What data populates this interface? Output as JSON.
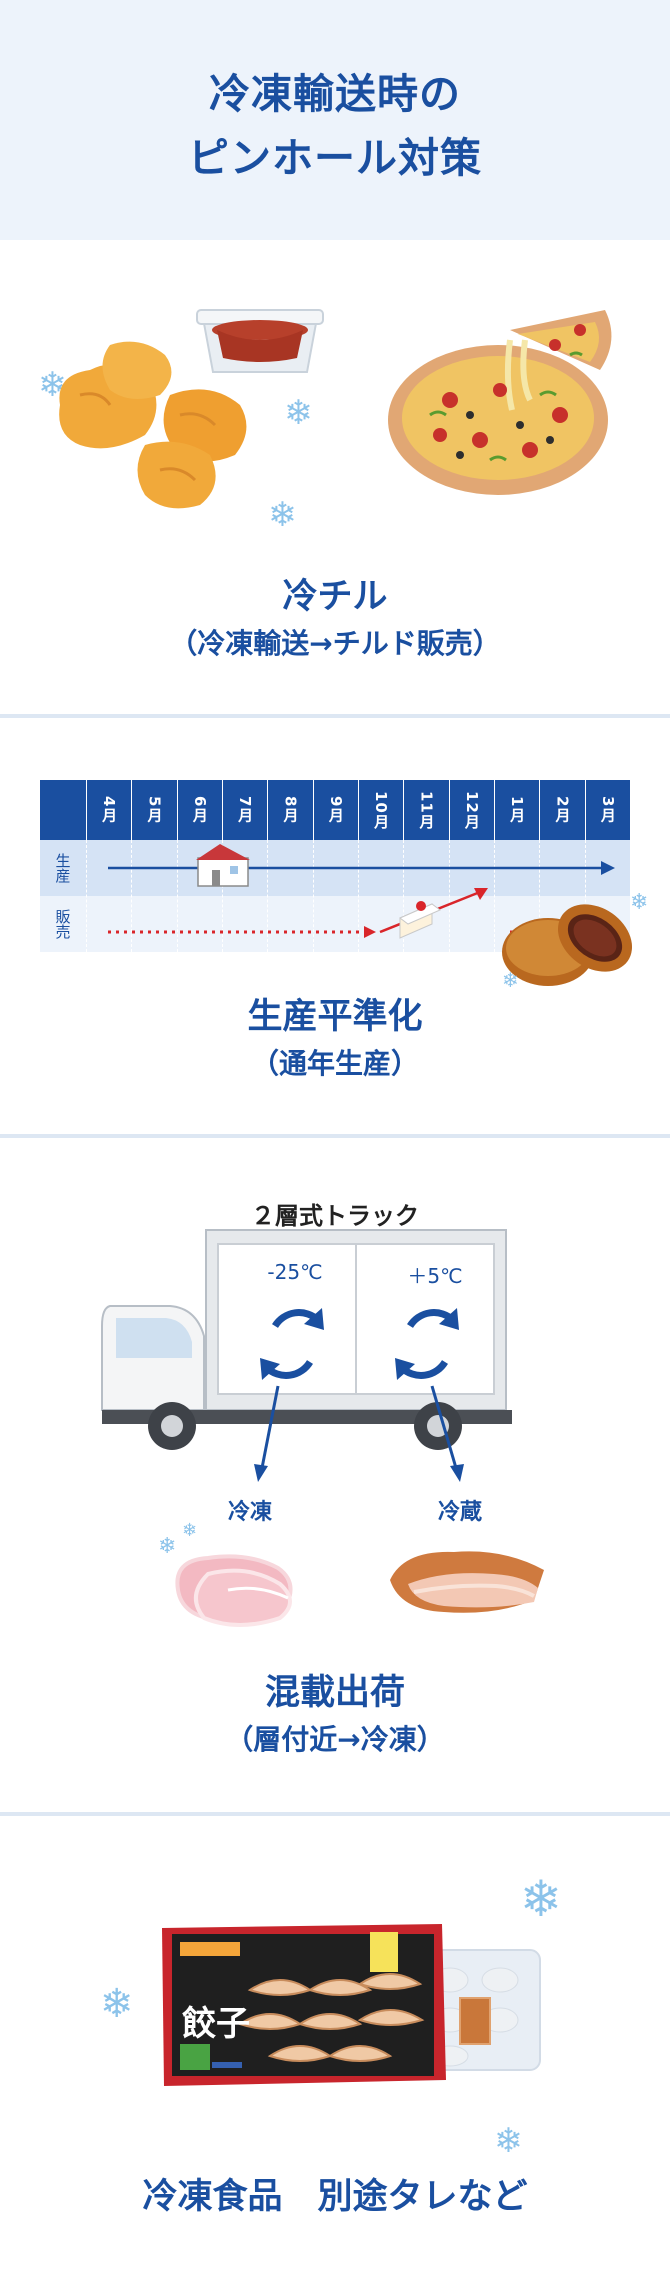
{
  "header": {
    "title_line1": "冷凍輸送時の",
    "title_line2": "ピンホール対策"
  },
  "section1": {
    "caption_main": "冷チル",
    "caption_sub": "（冷凍輸送→チルド販売）"
  },
  "section2": {
    "months": [
      "4月",
      "5月",
      "6月",
      "7月",
      "8月",
      "9月",
      "10月",
      "11月",
      "12月",
      "1月",
      "2月",
      "3月"
    ],
    "row_labels": [
      "生産",
      "販売"
    ],
    "caption_main": "生産平準化",
    "caption_sub": "（通年生産）"
  },
  "section3": {
    "truck_title": "２層式トラック",
    "temp_left": "-25℃",
    "temp_right": "＋5℃",
    "label_left": "冷凍",
    "label_right": "冷蔵",
    "caption_main": "混載出荷",
    "caption_sub": "（層付近→冷凍）"
  },
  "section4": {
    "package_text": "餃子",
    "caption_main": "冷凍食品　別途タレなど"
  },
  "colors": {
    "primary": "#1a4fa0",
    "header_bg": "#edf3fb",
    "divider": "#dde7f3",
    "snow": "#8cc3ea",
    "sales_arrow": "#d9252a"
  }
}
